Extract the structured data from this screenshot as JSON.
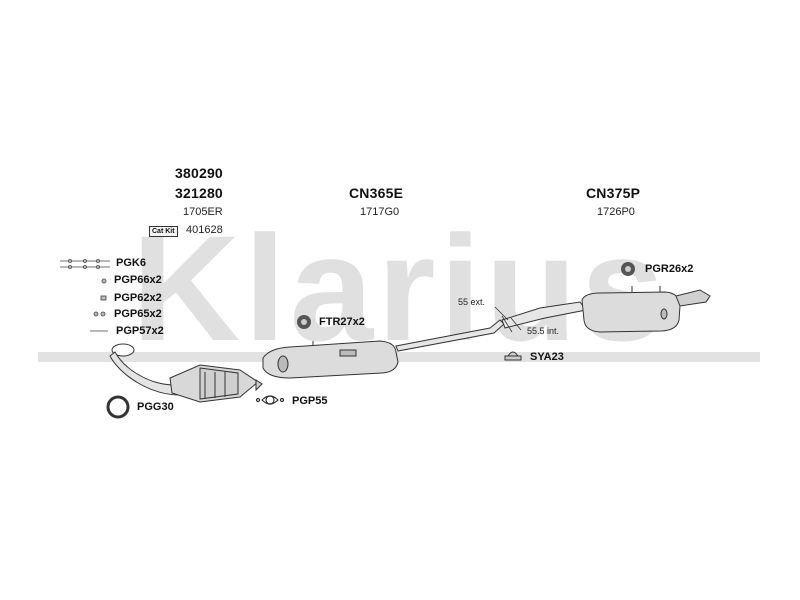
{
  "watermark": {
    "text": "Klarius",
    "color": "#d9d9d9"
  },
  "sections": [
    {
      "titles": [
        "380290",
        "321280"
      ],
      "code": "1705ER",
      "catkit": "Cat Kit",
      "catkit_number": "401628"
    },
    {
      "titles": [
        "CN365E"
      ],
      "code": "1717G0"
    },
    {
      "titles": [
        "CN375P"
      ],
      "code": "1726P0"
    }
  ],
  "parts": {
    "pgk6": "PGK6",
    "pgp66": "PGP66x2",
    "pgp62": "PGP62x2",
    "pgp65": "PGP65x2",
    "pgp57": "PGP57x2",
    "pgg30": "PGG30",
    "pgp55": "PGP55",
    "ftr27": "FTR27x2",
    "sya23": "SYA23",
    "pgr26": "PGR26x2"
  },
  "annotations": {
    "ext": "55 ext.",
    "int": "55.5 int."
  }
}
